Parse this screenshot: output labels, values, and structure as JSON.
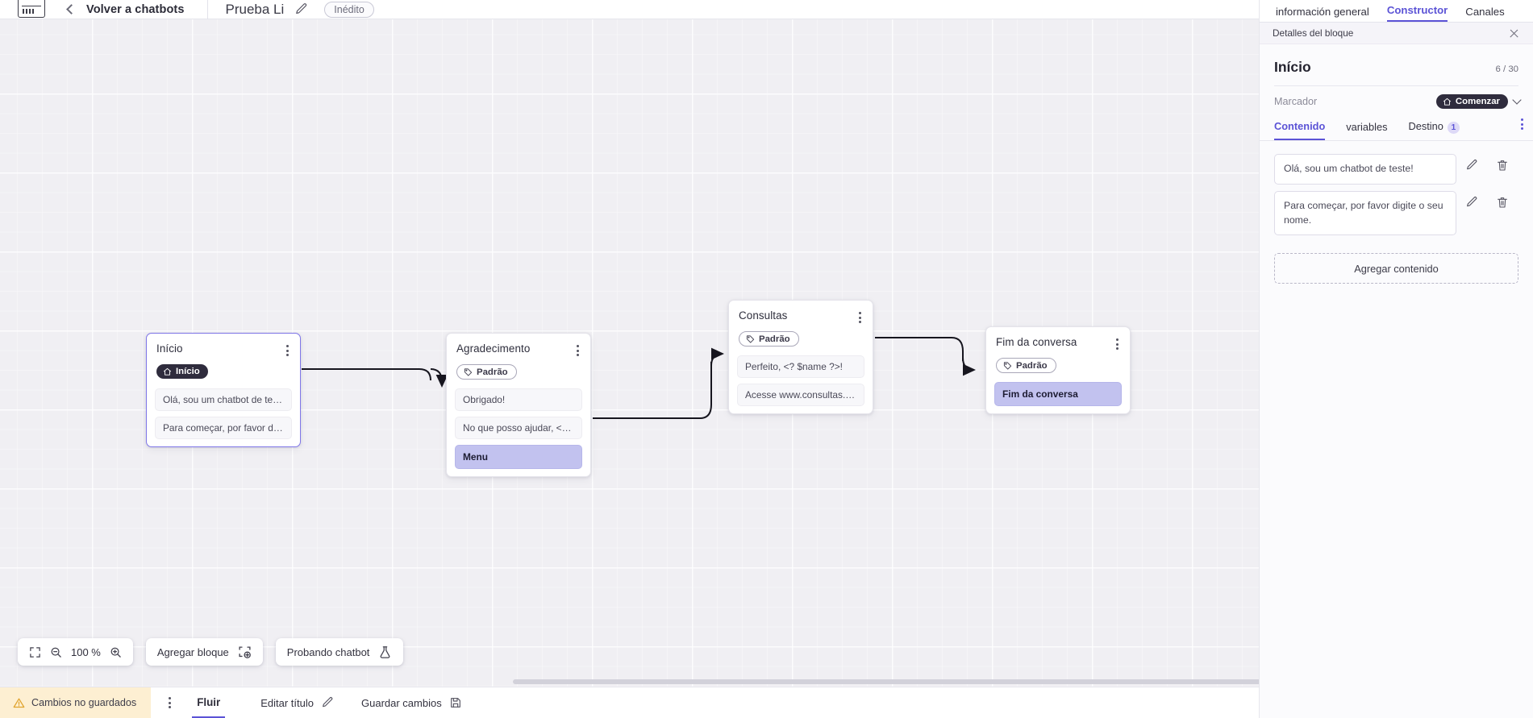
{
  "topbar": {
    "logo_icon": "app-logo-icon",
    "back_icon": "chevron-left-icon",
    "back_label": "Volver a chatbots",
    "bot_title": "Prueba Li",
    "edit_icon": "pencil-icon",
    "status_chip": "Inédito"
  },
  "canvas": {
    "nodes": [
      {
        "id": "inicio",
        "title": "Início",
        "badge": {
          "label": "Início",
          "style": "dark",
          "icon": "home-icon"
        },
        "kebab_icon": "kebab-menu-icon",
        "messages": [
          {
            "text": "Olá, sou um chatbot de teste!",
            "style": "plain"
          },
          {
            "text": "Para começar, por favor digite o ...",
            "style": "plain"
          }
        ]
      },
      {
        "id": "agradecimento",
        "title": "Agradecimento",
        "badge": {
          "label": "Padrão",
          "style": "outline",
          "icon": "tag-icon"
        },
        "kebab_icon": "kebab-menu-icon",
        "messages": [
          {
            "text": "Obrigado!",
            "style": "plain"
          },
          {
            "text": "No que posso ajudar, <? $name ...",
            "style": "plain"
          },
          {
            "text": "Menu",
            "style": "accent"
          }
        ]
      },
      {
        "id": "consultas",
        "title": "Consultas",
        "badge": {
          "label": "Padrão",
          "style": "outline",
          "icon": "tag-icon"
        },
        "kebab_icon": "kebab-menu-icon",
        "messages": [
          {
            "text": "Perfeito, <? $name ?>!",
            "style": "plain"
          },
          {
            "text": "Acesse www.consultas.com par...",
            "style": "plain"
          }
        ]
      },
      {
        "id": "fim",
        "title": "Fim da conversa",
        "badge": {
          "label": "Padrão",
          "style": "outline",
          "icon": "tag-icon"
        },
        "kebab_icon": "kebab-menu-icon",
        "messages": [
          {
            "text": "Fim da conversa",
            "style": "accent"
          }
        ]
      }
    ],
    "toolbar": {
      "fit_icon": "fit-screen-icon",
      "zoom_out_icon": "zoom-out-icon",
      "zoom_level": "100 %",
      "zoom_in_icon": "zoom-in-icon",
      "add_block_label": "Agregar bloque",
      "add_block_icon": "add-block-icon",
      "test_chatbot_label": "Probando chatbot",
      "test_chatbot_icon": "flask-icon"
    }
  },
  "right_panel": {
    "tabs": [
      {
        "label": "información general",
        "active": false
      },
      {
        "label": "Constructor",
        "active": true
      },
      {
        "label": "Canales",
        "active": false
      }
    ],
    "subheader": {
      "label": "Detalles del bloque",
      "close_icon": "close-icon"
    },
    "block_title": "Início",
    "counter": "6 / 30",
    "marker_label": "Marcador",
    "marker_badge": {
      "label": "Comenzar",
      "icon": "home-icon"
    },
    "marker_chevron_icon": "chevron-down-icon",
    "content_tabs": [
      {
        "label": "Contenido",
        "active": true,
        "count": null
      },
      {
        "label": "variables",
        "active": false,
        "count": null
      },
      {
        "label": "Destino",
        "active": false,
        "count": "1"
      }
    ],
    "content_tabs_kebab_icon": "kebab-menu-icon",
    "content_items": [
      {
        "text": "Olá, sou um chatbot de teste!",
        "edit_icon": "pencil-icon",
        "delete_icon": "trash-icon"
      },
      {
        "text": "Para começar, por favor digite o seu nome.",
        "edit_icon": "pencil-icon",
        "delete_icon": "trash-icon"
      }
    ],
    "add_content_label": "Agregar contenido"
  },
  "statusbar": {
    "warning_icon": "warning-triangle-icon",
    "unsaved_label": "Cambios no guardados",
    "kebab_icon": "kebab-menu-icon",
    "flow_tab": "Fluir",
    "edit_title_label": "Editar título",
    "edit_title_icon": "pencil-icon",
    "save_label": "Guardar cambios",
    "save_icon": "save-disk-icon"
  },
  "colors": {
    "accent": "#5b53d6",
    "node_accent_bg": "#c2c2ef",
    "badge_dark": "#2f2c3d",
    "warning_bg": "#fdefd2",
    "canvas_bg": "#f0eff3"
  }
}
